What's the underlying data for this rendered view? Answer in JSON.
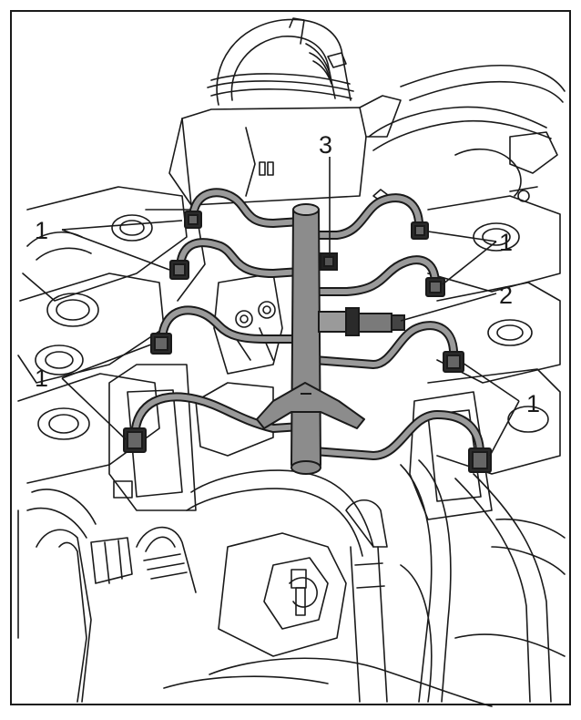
{
  "figure": {
    "callouts": {
      "left_upper": "1",
      "left_lower": "1",
      "right_upper": "1",
      "right_lower": "1",
      "sensor": "2",
      "fitting": "3"
    },
    "colors": {
      "line": "#1a1a1a",
      "fuel_line_fill": "#9a9a9a",
      "rail_fill": "#8c8c8c",
      "engine_fill": "#ffffff",
      "background": "#ffffff"
    }
  }
}
